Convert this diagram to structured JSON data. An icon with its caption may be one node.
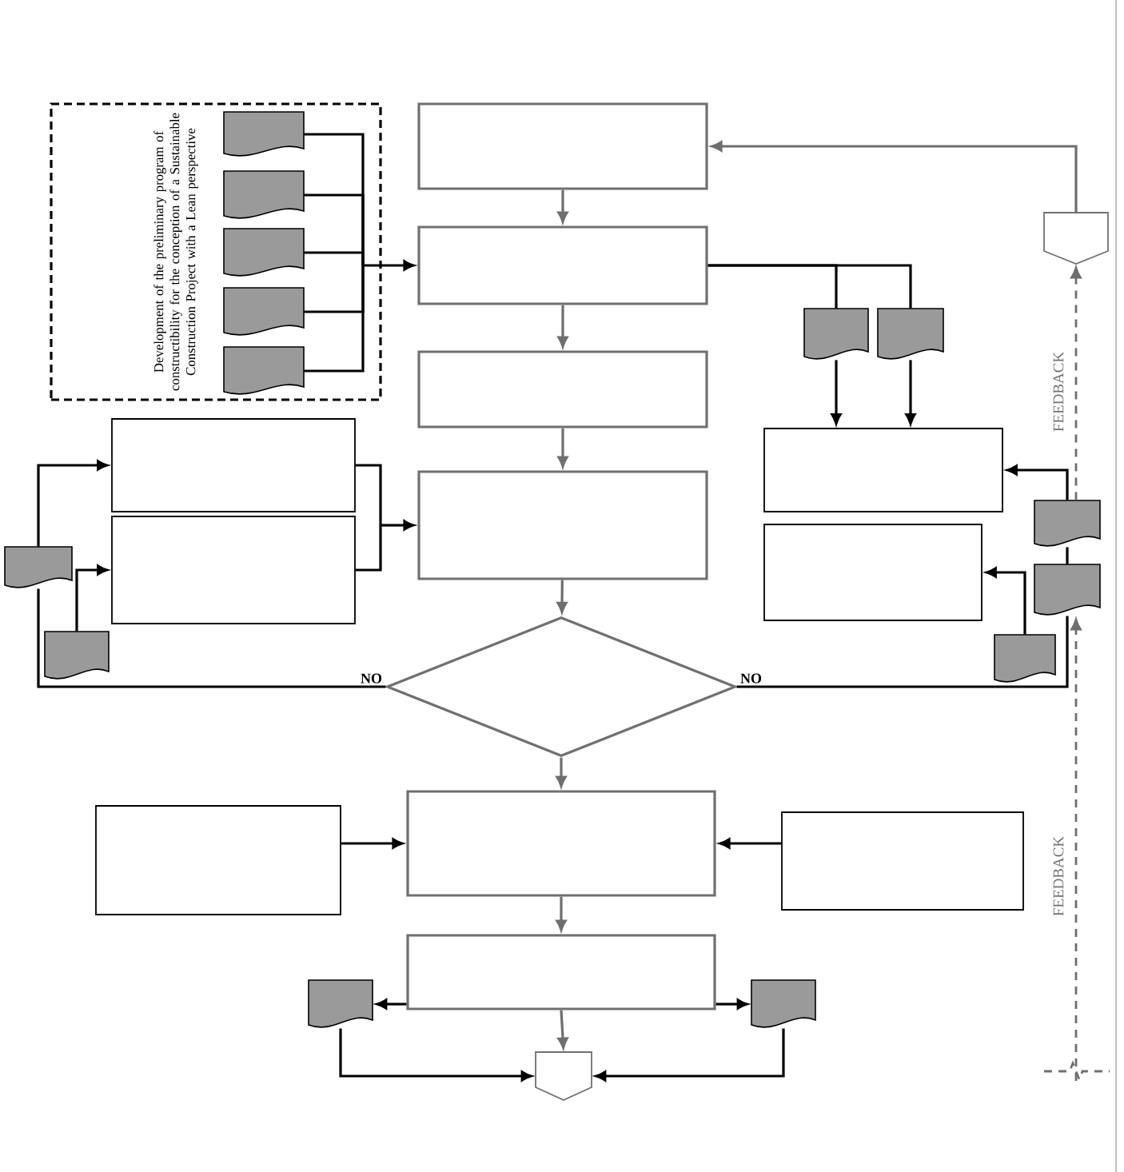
{
  "diagram": {
    "nodes": [
      {
        "text": [
          "Development of the preliminary program of constructibility for the conception of a Sustainable Construction Project with a Lean perspective"
        ]
      },
      {
        "text": [],
        "shape": "document",
        "in": 0
      },
      {
        "text": [],
        "shape": "document",
        "in": 0
      },
      {
        "text": [],
        "shape": "document",
        "in": 0
      },
      {
        "text": [],
        "shape": "document",
        "in": 0
      },
      {
        "text": [],
        "shape": "document",
        "in": 0
      },
      {
        "text": [],
        "shape": "box"
      },
      {
        "text": [],
        "shape": "pentagon"
      },
      {
        "text": [],
        "shape": "box"
      },
      {
        "text": [],
        "shape": "document"
      },
      {
        "text": [],
        "shape": "document"
      },
      {
        "text": [],
        "shape": "box"
      },
      {
        "text": [],
        "shape": "box"
      },
      {
        "text": [],
        "shape": "box"
      },
      {
        "text": [],
        "shape": "box"
      },
      {
        "text": [],
        "shape": "document"
      },
      {
        "text": [],
        "shape": "box"
      },
      {
        "text": [],
        "shape": "box"
      },
      {
        "text": [],
        "shape": "document"
      },
      {
        "text": [],
        "shape": "document"
      },
      {
        "text": [],
        "shape": "diamond"
      },
      {
        "text": [],
        "shape": "document"
      },
      {
        "text": [],
        "shape": "document"
      },
      {
        "text": [],
        "shape": "box"
      },
      {
        "text": [],
        "shape": "box"
      },
      {
        "text": [],
        "shape": "box"
      },
      {
        "text": [],
        "shape": "box"
      },
      {
        "text": [],
        "shape": "document"
      },
      {
        "text": [],
        "shape": "document"
      },
      {
        "text": [],
        "shape": "pentagon"
      }
    ],
    "edges": [
      {
        "from": 1,
        "to": 8,
        "arrow": "to"
      },
      {
        "from": 2,
        "to": 8,
        "arrow": "to"
      },
      {
        "from": 3,
        "to": 8,
        "arrow": "to"
      },
      {
        "from": 4,
        "to": 8,
        "arrow": "to"
      },
      {
        "from": 5,
        "to": 8,
        "arrow": "to"
      },
      {
        "from": 6,
        "to": 8,
        "arrow": "to",
        "color": "#6e6e6e"
      },
      {
        "from": 8,
        "to": 11,
        "arrow": "to",
        "color": "#6e6e6e"
      },
      {
        "from": 11,
        "to": 14,
        "arrow": "to",
        "color": "#6e6e6e"
      },
      {
        "from": 14,
        "to": 20,
        "arrow": "to",
        "color": "#6e6e6e"
      },
      {
        "from": 20,
        "to": 23,
        "arrow": "to",
        "color": "#6e6e6e"
      },
      {
        "from": 23,
        "to": 26,
        "arrow": "to",
        "color": "#6e6e6e"
      },
      {
        "from": 26,
        "to": 29,
        "arrow": "to",
        "color": "#6e6e6e"
      },
      {
        "from": 26,
        "to": 27,
        "arrow": "to"
      },
      {
        "from": 26,
        "to": 28,
        "arrow": "to"
      },
      {
        "from": 27,
        "to": 29,
        "arrow": "to"
      },
      {
        "from": 28,
        "to": 29,
        "arrow": "to"
      },
      {
        "from": 8,
        "to": 9,
        "arrow": "none"
      },
      {
        "from": 8,
        "to": 10,
        "arrow": "none"
      },
      {
        "from": 9,
        "to": 13,
        "arrow": "to"
      },
      {
        "from": 10,
        "to": 13,
        "arrow": "to"
      },
      {
        "from": 12,
        "to": 14,
        "arrow": "to"
      },
      {
        "from": 16,
        "to": 14,
        "arrow": "to"
      },
      {
        "from": 20,
        "to": 18,
        "arrow": "none",
        "label": "NO"
      },
      {
        "from": 18,
        "to": 12,
        "arrow": "to"
      },
      {
        "from": 21,
        "to": 16,
        "arrow": "to"
      },
      {
        "from": 20,
        "to": 19,
        "arrow": "none",
        "label": "NO"
      },
      {
        "from": 19,
        "to": 15,
        "arrow": "none"
      },
      {
        "from": 15,
        "to": 13,
        "arrow": "to"
      },
      {
        "from": 22,
        "to": 17,
        "arrow": "to"
      },
      {
        "from": 7,
        "to": 6,
        "arrow": "to",
        "color": "#6e6e6e"
      },
      {
        "from": 15,
        "to": 7,
        "arrow": "to",
        "style": "dashed",
        "color": "#6e6e6e"
      },
      {
        "from": null,
        "to": 19,
        "arrow": "to",
        "style": "dashed",
        "color": "#6e6e6e"
      },
      {
        "from": 24,
        "to": 23,
        "arrow": "to"
      },
      {
        "from": 25,
        "to": 23,
        "arrow": "to"
      }
    ],
    "labels": [
      "FEEDBACK",
      "FEEDBACK"
    ]
  }
}
